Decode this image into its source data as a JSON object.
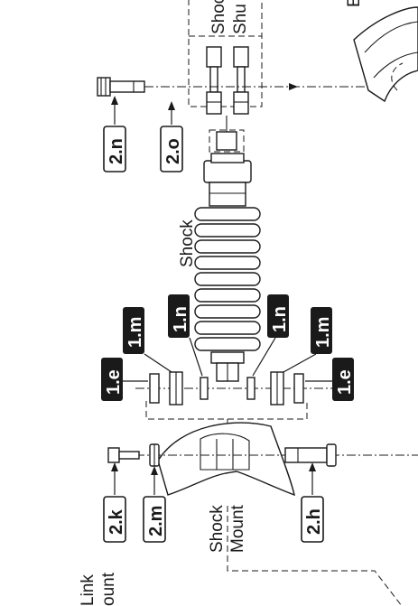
{
  "labels": {
    "l_2n": "2.n",
    "l_2o": "2.o",
    "l_2k": "2.k",
    "l_2m": "2.m",
    "l_2h": "2.h",
    "l_1e_left": "1.e",
    "l_1m_left": "1.m",
    "l_1n_left": "1.n",
    "l_1n_right": "1.n",
    "l_1m_right": "1.m",
    "l_1e_right": "1.e"
  },
  "text": {
    "shock": "Shock",
    "shock_mount_1": "Shock",
    "shock_mount_2": "Mount",
    "top_shock": "Shock",
    "top_shuttle": "Shu",
    "link_1": "Link",
    "link_2": "ount",
    "corner": "E"
  },
  "colors": {
    "ink": "#1a1a1a",
    "label_fill_dark": "#1a1a1a",
    "label_text_dark": "#ffffff",
    "label_fill_light": "#ffffff",
    "label_text_light": "#1a1a1a"
  }
}
